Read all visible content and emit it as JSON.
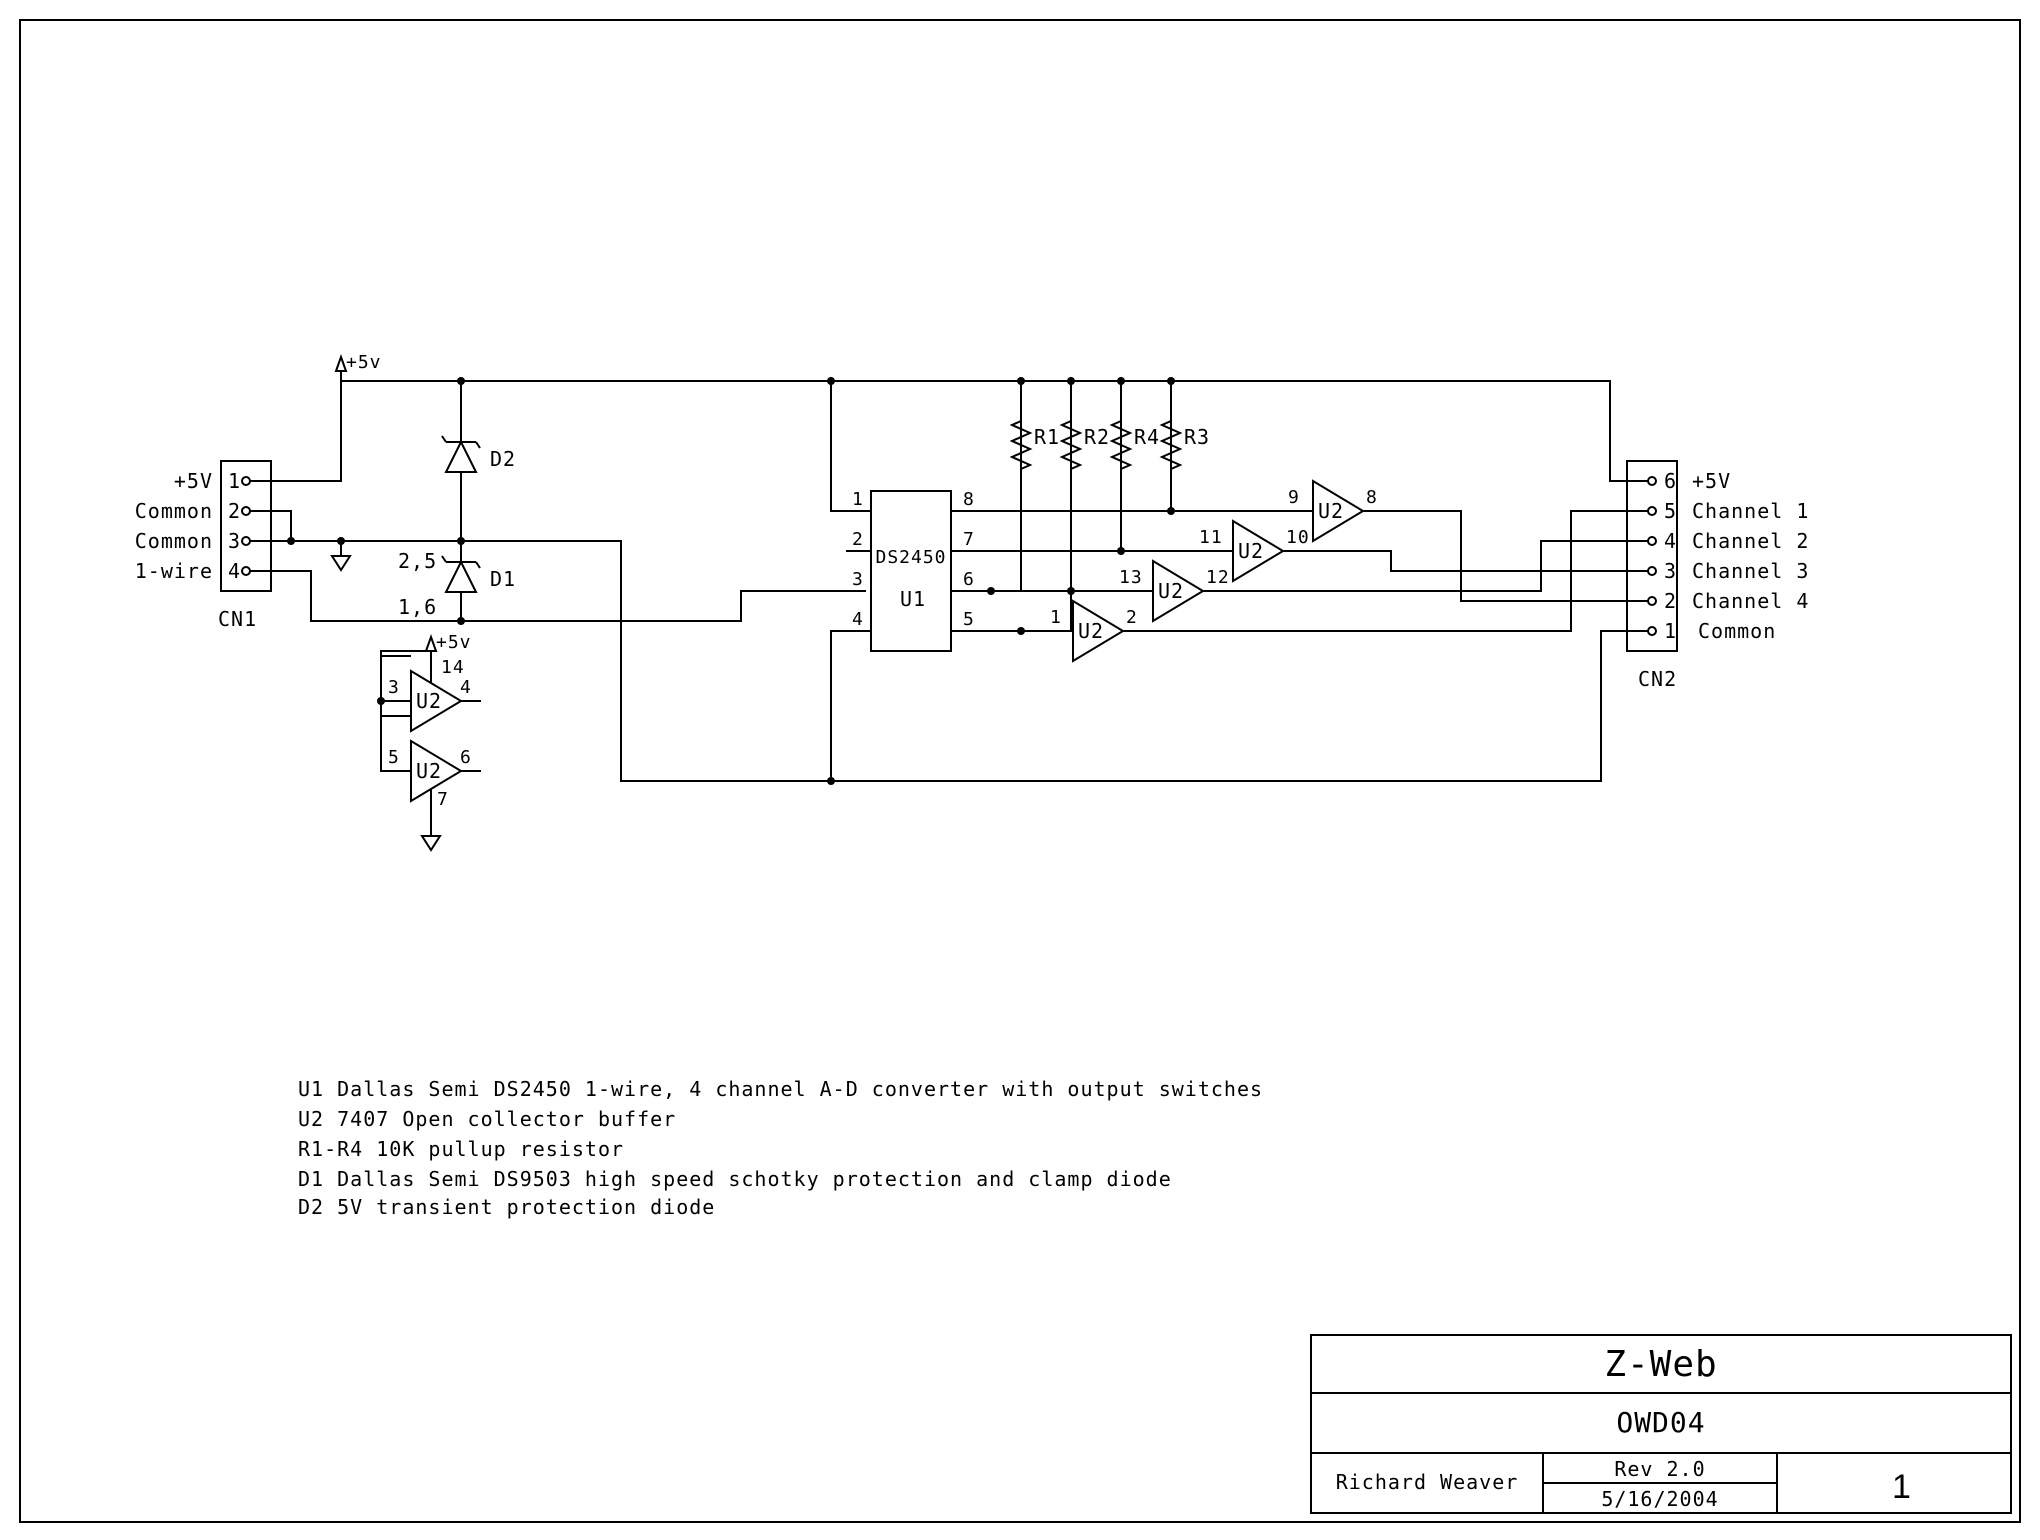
{
  "schematic": {
    "power_label": "+5v",
    "cn1": {
      "ref": "CN1",
      "pins": [
        {
          "num": "1",
          "label": "+5V"
        },
        {
          "num": "2",
          "label": "Common"
        },
        {
          "num": "3",
          "label": "Common"
        },
        {
          "num": "4",
          "label": "1-wire"
        }
      ]
    },
    "cn2": {
      "ref": "CN2",
      "pins": [
        {
          "num": "6",
          "label": "+5V"
        },
        {
          "num": "5",
          "label": "Channel 1"
        },
        {
          "num": "4",
          "label": "Channel 2"
        },
        {
          "num": "3",
          "label": "Channel 3"
        },
        {
          "num": "2",
          "label": "Channel 4"
        },
        {
          "num": "1",
          "label": "Common"
        }
      ]
    },
    "d2": {
      "ref": "D2"
    },
    "d1": {
      "ref": "D1",
      "pin_a": "2,5",
      "pin_b": "1,6"
    },
    "u1": {
      "part": "DS2450",
      "ref": "U1",
      "left_pins": [
        "1",
        "2",
        "3",
        "4"
      ],
      "right_pins": [
        "8",
        "7",
        "6",
        "5"
      ]
    },
    "resistors": [
      "R1",
      "R2",
      "R4",
      "R3"
    ],
    "buffers": [
      {
        "ref": "U2",
        "in": "9",
        "out": "8"
      },
      {
        "ref": "U2",
        "in": "11",
        "out": "10"
      },
      {
        "ref": "U2",
        "in": "13",
        "out": "12"
      },
      {
        "ref": "U2",
        "in": "1",
        "out": "2"
      },
      {
        "ref": "U2",
        "in": "3",
        "out": "4"
      },
      {
        "ref": "U2",
        "in": "5",
        "out": "6"
      }
    ],
    "u2_power": {
      "vcc": "+5v",
      "vcc_pin": "14",
      "gnd_pin": "7"
    }
  },
  "notes": [
    "U1 Dallas Semi DS2450 1-wire, 4 channel A-D converter with output switches",
    "U2 7407 Open collector buffer",
    "R1-R4 10K pullup resistor",
    "D1 Dallas Semi DS9503 high speed schotky protection and clamp diode",
    "D2 5V transient protection diode"
  ],
  "title_block": {
    "company": "Z-Web",
    "title": "OWD04",
    "author": "Richard Weaver",
    "rev": "Rev 2.0",
    "date": "5/16/2004",
    "sheet": "1"
  }
}
